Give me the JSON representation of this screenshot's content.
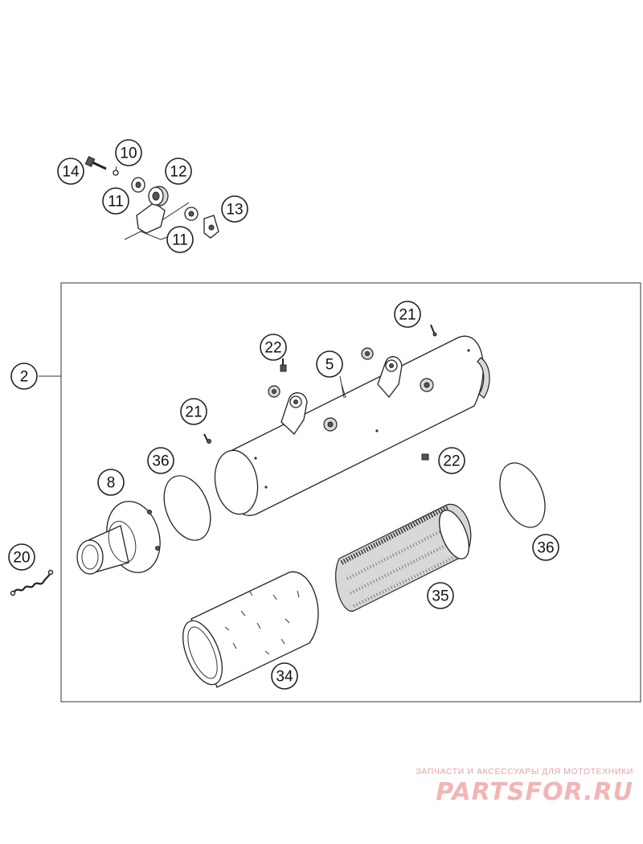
{
  "callouts": {
    "c2": "2",
    "c5": "5",
    "c8": "8",
    "c10": "10",
    "c11a": "11",
    "c11b": "11",
    "c12": "12",
    "c13": "13",
    "c14": "14",
    "c20": "20",
    "c21a": "21",
    "c21b": "21",
    "c22a": "22",
    "c22b": "22",
    "c34": "34",
    "c35": "35",
    "c36a": "36",
    "c36b": "36"
  },
  "watermark": {
    "tagline": "ЗАПЧАСТИ И АКСЕССУАРЫ ДЛЯ МОТОТЕХНИКИ",
    "logo": "PARTSFOR.RU"
  }
}
